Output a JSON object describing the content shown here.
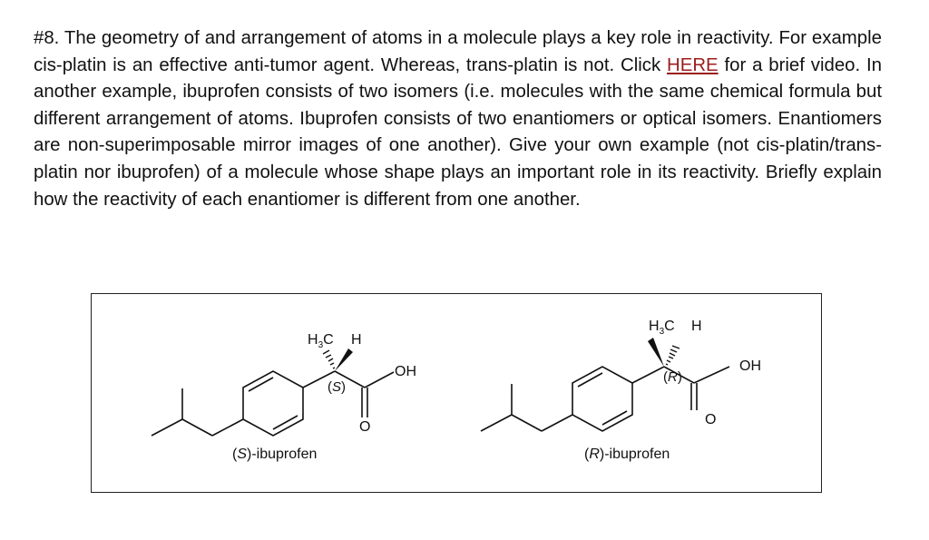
{
  "question": {
    "prefix": "#8. The geometry of and arrangement of atoms in a molecule plays a key role in reactivity. For example cis-platin is an effective anti-tumor agent. Whereas, trans-platin is not. Click ",
    "link_text": "HERE",
    "suffix": " for a brief video. In another example, ibuprofen consists of two isomers (i.e. molecules with the same chemical formula but different arrangement of atoms. Ibuprofen consists of two enantiomers or optical isomers. Enantiomers are non-superimposable mirror images of one another). Give your own example (not cis-platin/trans-platin nor ibuprofen) of a molecule whose shape plays an important role in its reactivity. Briefly explain how the reactivity of each enantiomer is different from one another."
  },
  "figure": {
    "left": {
      "caption_open": "(",
      "caption_letter": "S",
      "caption_rest": ")-ibuprofen",
      "stereo_open": "(",
      "stereo_letter": "S",
      "stereo_close": ")",
      "methyl_h": "H",
      "methyl_sub": "3",
      "methyl_c": "C",
      "hydrogen": "H",
      "hydroxyl": "OH",
      "oxygen": "O"
    },
    "right": {
      "caption_open": "(",
      "caption_letter": "R",
      "caption_rest": ")-ibuprofen",
      "stereo_open": "(",
      "stereo_letter": "R",
      "stereo_close": ")",
      "methyl_h": "H",
      "methyl_sub": "3",
      "methyl_c": "C",
      "hydrogen": "H",
      "hydroxyl": "OH",
      "oxygen": "O"
    }
  },
  "colors": {
    "link": "#9b1c1c",
    "border": "#222222",
    "text": "#111111"
  }
}
